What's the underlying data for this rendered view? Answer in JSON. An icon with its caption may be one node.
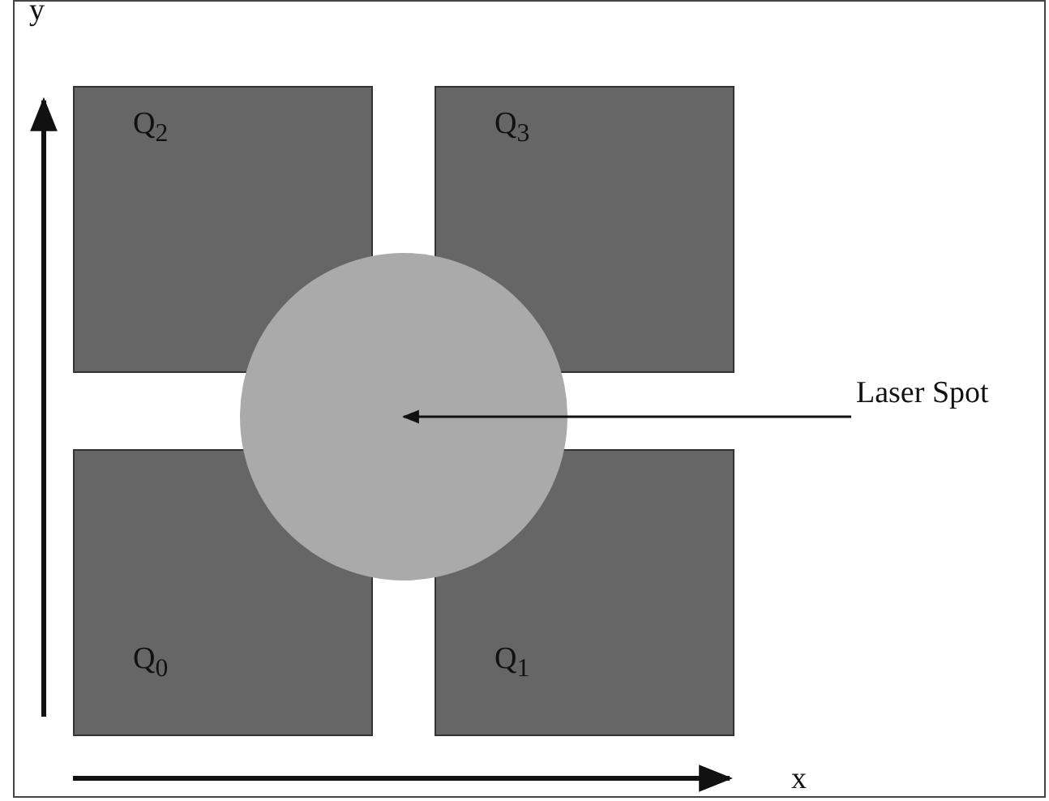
{
  "diagram": {
    "nodes": [
      {
        "text": [
          "Q$_{2}$"
        ]
      },
      {
        "text": [
          "Q$_{3}$"
        ]
      },
      {
        "text": [],
        "shape": "circle"
      },
      {
        "text": [
          "Laser Spot"
        ]
      },
      {
        "text": [
          "Q$_{0}$"
        ]
      },
      {
        "text": [
          "Q$_{1}$"
        ]
      }
    ],
    "edges": [
      {
        "from": 3,
        "to": 2,
        "arrow": "to"
      }
    ],
    "labels": [
      "y",
      "x"
    ]
  }
}
